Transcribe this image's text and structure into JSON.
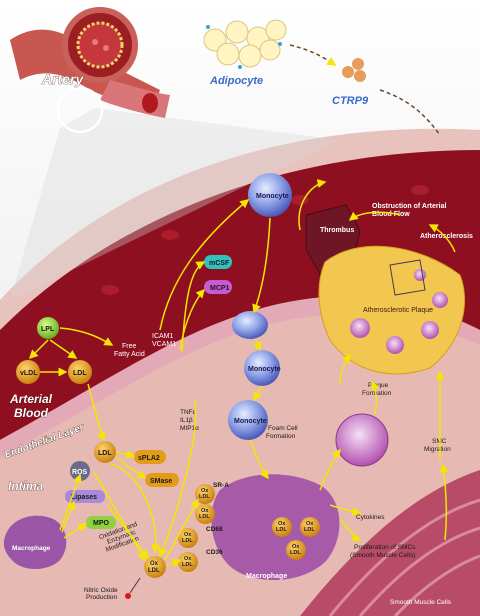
{
  "top": {
    "artery_label": "Artery",
    "adipocyte_label": "Adipocyte",
    "ctrp9_label": "CTRP9"
  },
  "regions": {
    "arterial_blood": "Arterial\nBlood",
    "endothelial_layer": "Endothelial Layer",
    "intima": "Intima",
    "smooth_muscle_cells": "Smooth Muscle Cells"
  },
  "nodes": {
    "lpl": "LPL",
    "vldl": "vLDL",
    "ldl_blood": "LDL",
    "free_fatty_acid": "Free\nFatty Acid",
    "icam_vcam": "ICAM1\nVCAM1",
    "mcsf": "mCSF",
    "mcp1": "MCP1",
    "monocyte_top": "Monocyte",
    "monocyte_mid": "Monocyte",
    "monocyte_low": "Monocyte",
    "tnf_il_mip": "TNFα\nIL1β\nMIP1α",
    "thrombus": "Thrombus",
    "obstruction": "Obstruction of Arterial\nBlood Flow",
    "atherosclerosis": "Atherosclerosis",
    "plaque": "Atherosclerotic\nPlaque",
    "plaque_formation": "Plaque\nFormation",
    "smc_migration": "SMC\nMigration",
    "ldl_intima": "LDL",
    "spla2": "sPLA2",
    "smase": "SMase",
    "ros": "ROS",
    "lipases": "Lipases",
    "mpo": "MPO",
    "macrophage_left": "Macrophage",
    "oxidation": "Oxidation and\nEnzymatic\nModification",
    "oxldl": "Ox\nLDL",
    "nitric_oxide": "Nitric Oxide\nProduction",
    "sr_a": "SR-A",
    "cd68": "CD68",
    "cd36": "CD36",
    "macrophage_mid": "Macrophage",
    "foam_cell_formation": "Foam Cell\nFormation",
    "cytokines": "Cytokines",
    "proliferation": "Proliferation of SMCs\n(Smooth Muscle Cells)"
  },
  "colors": {
    "blood": "#8e1020",
    "tissue": "#e6b8b4",
    "endothelium": "#d9a3b0",
    "arrow": "#f5e600",
    "ldl_node": "#e39b1a",
    "lpl_node": "#8fd13f",
    "mcsf_node": "#33c0c0",
    "mcp1_node": "#c85ad6",
    "monocyte": "#8fa2e8",
    "plaque": "#f1c750",
    "foam_cell": "#c66ac0",
    "macrophage": "#a65aa8"
  }
}
